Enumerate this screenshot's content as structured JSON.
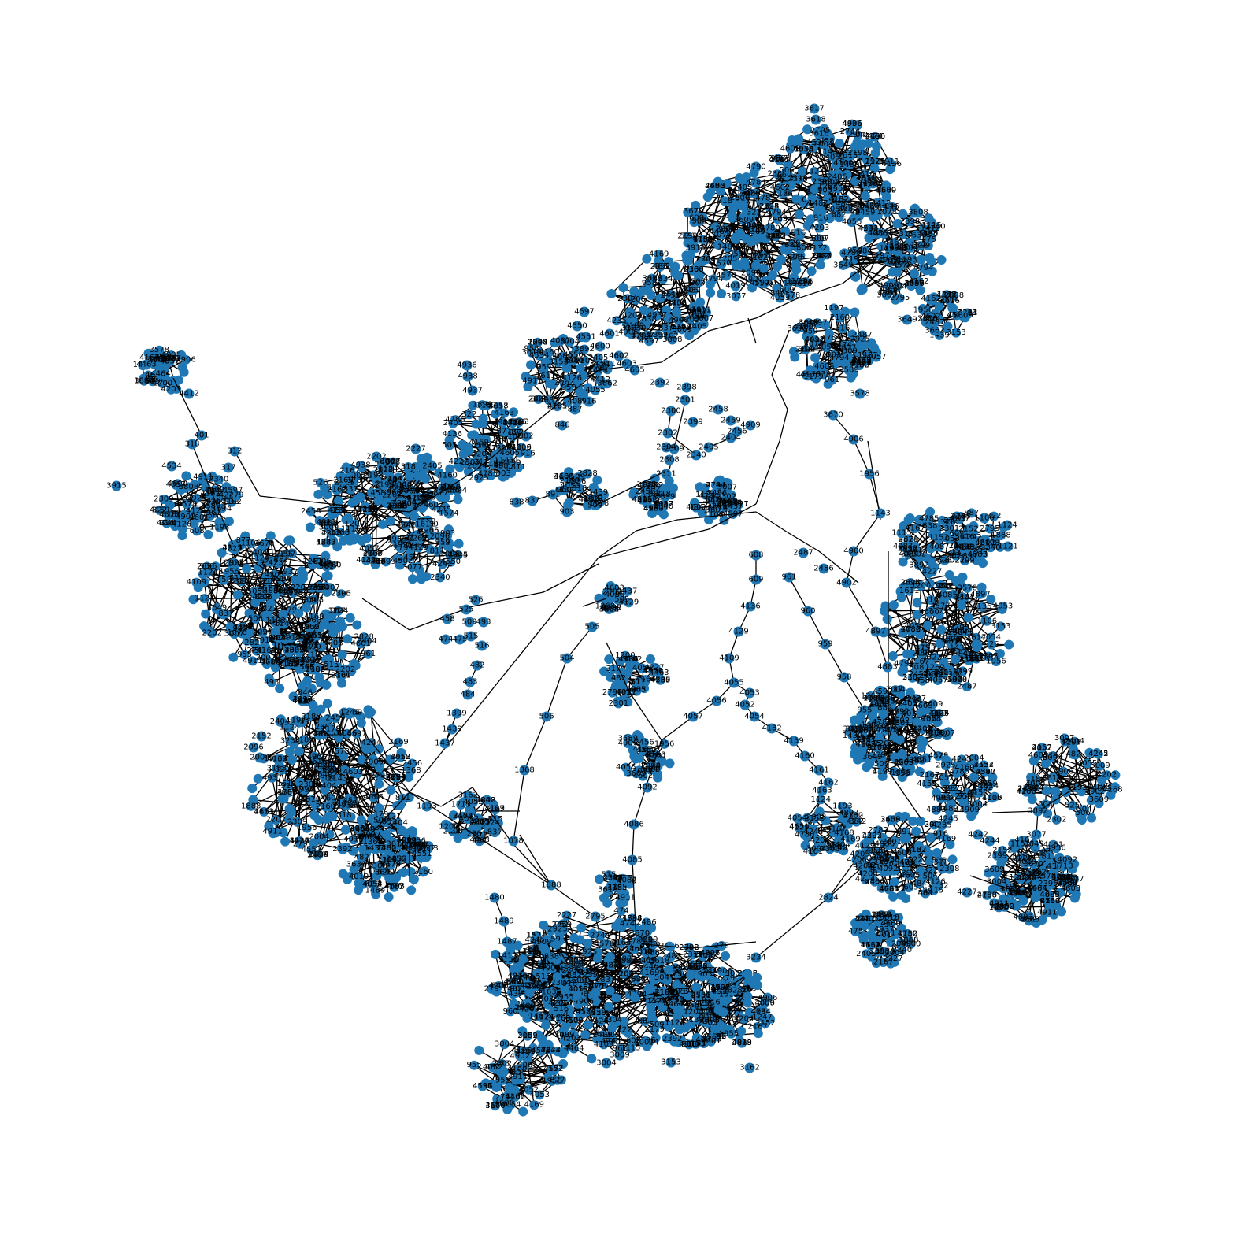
{
  "figure": {
    "kind": "network-graph",
    "node_color": "#1f77b4",
    "edge_color": "#000000",
    "label_color": "#000000",
    "background": "#ffffff"
  },
  "graph": {
    "labeled_nodes": [
      "4909",
      "4906",
      "4936",
      "4938",
      "4937",
      "4911",
      "2405",
      "2404",
      "2399",
      "2398",
      "2340",
      "2302",
      "2300",
      "2301",
      "2302",
      "2309",
      "2311",
      "4578",
      "4577",
      "4578",
      "4019",
      "3670",
      "4906",
      "1956",
      "4900",
      "4902",
      "4897",
      "4883",
      "1143",
      "2486",
      "2487",
      "2404",
      "2405",
      "608",
      "609",
      "961",
      "960",
      "959",
      "958",
      "955",
      "4136",
      "4129",
      "4109",
      "4055",
      "4053",
      "4052",
      "4054",
      "4056",
      "4057",
      "4132",
      "4159",
      "4160",
      "4161",
      "4162",
      "4163",
      "4092",
      "4086",
      "4085",
      "4087",
      "505",
      "504",
      "506",
      "1368",
      "1399",
      "1437",
      "1439",
      "484",
      "483",
      "482",
      "509",
      "515",
      "516",
      "525",
      "526",
      "474",
      "475",
      "458",
      "493",
      "1262",
      "1574",
      "1611",
      "4057",
      "1247",
      "1179",
      "1182",
      "1197",
      "2096",
      "2152",
      "2004",
      "1200",
      "1193",
      "1078",
      "1487",
      "1489",
      "1480",
      "1412",
      "1888",
      "2744",
      "2795",
      "2782",
      "2824",
      "3234",
      "3892",
      "3077",
      "811",
      "1713",
      "2925",
      "2828",
      "3162",
      "3153",
      "3007",
      "3009",
      "3004",
      "1152",
      "1124",
      "1106",
      "1115",
      "4227",
      "4235",
      "4245",
      "4242",
      "4244",
      "4126",
      "4206",
      "4205",
      "4204",
      "4203",
      "4167",
      "4168",
      "4169",
      "3808",
      "3630",
      "3649",
      "3662",
      "3609",
      "3617",
      "3616",
      "3618",
      "4790",
      "4784",
      "4785",
      "4794",
      "4780",
      "3578",
      "3589",
      "4601",
      "4600",
      "4602",
      "4603",
      "4605",
      "4463",
      "4464",
      "4412",
      "401",
      "318",
      "312",
      "317",
      "322",
      "279",
      "3915",
      "4534",
      "4597",
      "4550",
      "4551",
      "2167",
      "2160",
      "2169",
      "2202",
      "2198",
      "2199",
      "2227",
      "838",
      "837",
      "891",
      "903",
      "877",
      "882",
      "846",
      "887",
      "916",
      "1121",
      "2392",
      "2459",
      "2456",
      "2458",
      "2304",
      "2308"
    ],
    "edges": [
      [
        "1956",
        "4906"
      ],
      [
        "4906",
        "3670"
      ],
      [
        "1956",
        "1143"
      ],
      [
        "1143",
        "4900"
      ],
      [
        "4900",
        "4902"
      ],
      [
        "4902",
        "4897"
      ],
      [
        "4897",
        "4883"
      ],
      [
        "608",
        "609"
      ],
      [
        "609",
        "4136"
      ],
      [
        "4136",
        "4129"
      ],
      [
        "4129",
        "4109"
      ],
      [
        "4109",
        "4055"
      ],
      [
        "4055",
        "4053"
      ],
      [
        "4053",
        "4052"
      ],
      [
        "4052",
        "4054"
      ],
      [
        "4054",
        "4132"
      ],
      [
        "4132",
        "4159"
      ],
      [
        "4159",
        "4160"
      ],
      [
        "4160",
        "4161"
      ],
      [
        "4161",
        "4162"
      ],
      [
        "4055",
        "4056"
      ],
      [
        "4056",
        "4057"
      ],
      [
        "961",
        "960"
      ],
      [
        "960",
        "959"
      ],
      [
        "959",
        "958"
      ],
      [
        "958",
        "955"
      ],
      [
        "505",
        "504"
      ],
      [
        "504",
        "506"
      ],
      [
        "506",
        "1368"
      ],
      [
        "1368",
        "1078"
      ],
      [
        "4086",
        "4085"
      ],
      [
        "4085",
        "2782"
      ],
      [
        "2824",
        "3234"
      ],
      [
        "2824",
        "4205"
      ],
      [
        "1399",
        "1437"
      ],
      [
        "1437",
        "1439"
      ],
      [
        "484",
        "483"
      ],
      [
        "483",
        "482"
      ],
      [
        "1487",
        "1489"
      ],
      [
        "1489",
        "1480"
      ],
      [
        "1888",
        "2795"
      ],
      [
        "2795",
        "2744"
      ],
      [
        "3892",
        "3077"
      ],
      [
        "3077",
        "811"
      ],
      [
        "811",
        "1713"
      ],
      [
        "2405",
        "2404"
      ],
      [
        "2340",
        "2302"
      ],
      [
        "401",
        "318"
      ],
      [
        "318",
        "322"
      ],
      [
        "4936",
        "4938"
      ],
      [
        "4938",
        "4937"
      ],
      [
        "2302",
        "2300"
      ],
      [
        "837",
        "891"
      ],
      [
        "891",
        "903"
      ]
    ],
    "counts": {
      "labeled_nodes": 220,
      "edges": 54
    }
  }
}
